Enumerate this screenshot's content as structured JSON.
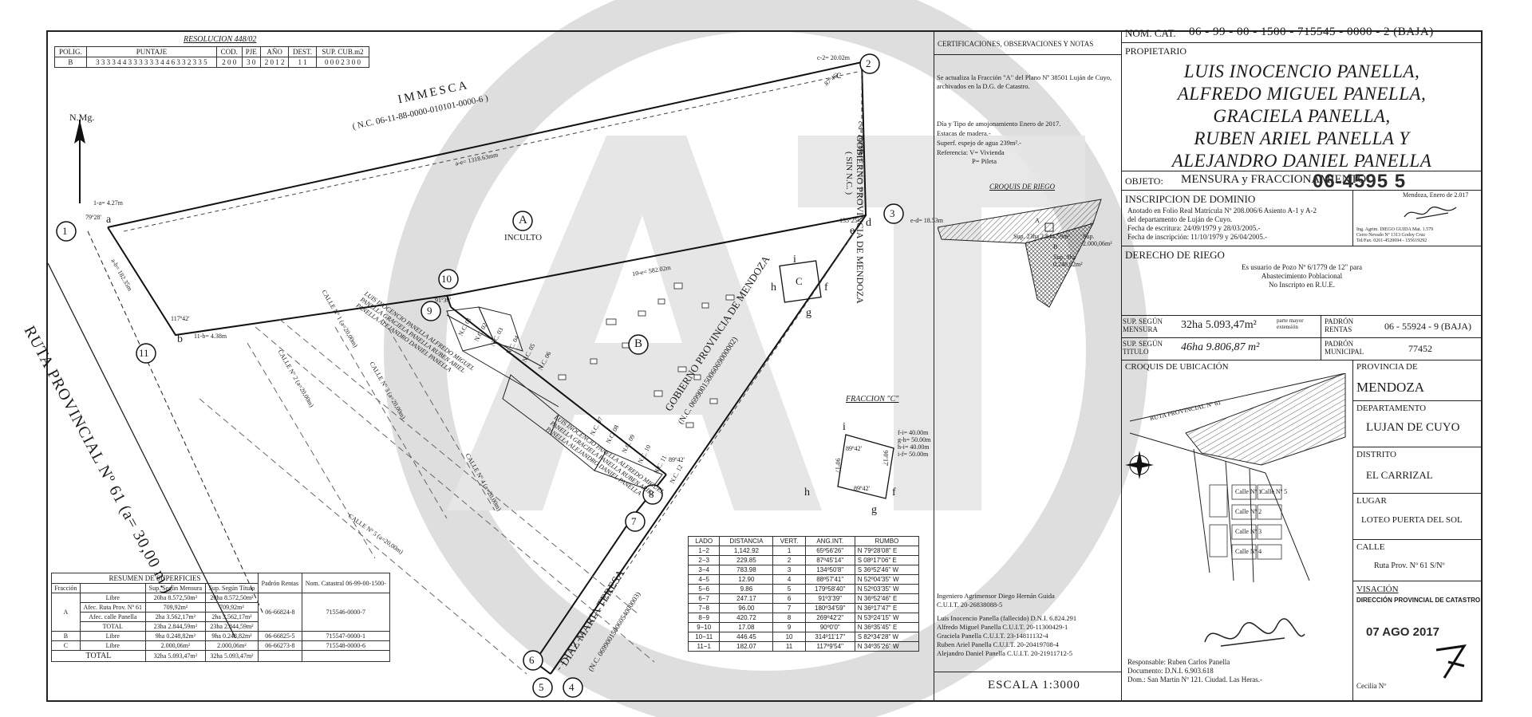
{
  "resolucion": "RESOLUCION 448/02",
  "puntaje_table": {
    "headers": [
      "POLIG.",
      "PUNTAJE",
      "COD.",
      "PJE",
      "AÑO",
      "DEST.",
      "SUP. CUB.m2"
    ],
    "row": [
      "B",
      "3 3 3 3 4 4 3 3 3 3 3 3 4 4 6 3 3 2 3 3 5",
      "2 0 0",
      "3 0",
      "2 0 1 2",
      "1 1",
      "0 0 0 2 3 0 0"
    ]
  },
  "north_label": "N.Mg.",
  "plan": {
    "immesca": "IMMESCA",
    "immesca_nc": "( N.C. 06-11-88-0000-010101-0000-6 )",
    "gobierno_right": "GOBIERNO PROVINCIA DE MENDOZA",
    "gobierno_right_nc": "( SIN N.C. )",
    "gobierno_bottom": "GOBIERNO PROVINCIA DE MENDOZA",
    "gobierno_bottom_nc": "(N.C. 06990015006069000002)",
    "ruta": "RUTA PROVINCIAL Nº 61   (a= 30,00 m.)",
    "diaz": "DIAZ MARIA TERESA",
    "diaz_nc": "(N.C. 06990015006054000003)",
    "owners_block_1": "LUIS INOCENCIO PANELLA ALFREDO MIGUEL PANELLA GRACIELA PANELLA RUBEN ARIEL PANELLA ALEJANDRO DANIEL PANELLA",
    "owners_block_2": "LUIS INOCENCIO PANELLA ALFREDO MIGUEL PANELLA GRACIELA PANELLA RUBEN ARIEL PANELLA ALEJANDRO DANIEL PANELLA",
    "fraction_a": "A",
    "inculto": "INCULTO",
    "fraction_b": "B",
    "fraction_c": "C",
    "fraccion_c_title": "FRACCION \"C\"",
    "calles": [
      "CALLE Nº 1 (a=20,00m)",
      "CALLE Nº 2 (a=20,00m)",
      "CALLE Nº 3 (a=20,00m)",
      "CALLE Nº 4 (a=20,00m)",
      "CALLE Nº 5 (a=20,00m)"
    ],
    "lengths": {
      "a_e": "a-e= 1318.63mm",
      "c_d": "c-d= 200.89m",
      "ten_e": "10-e= 582.02m",
      "one_a": "1-a= 4.27m",
      "eleven_b": "11-b= 4.38m",
      "c_two": "c-2= 20.02m",
      "e_d": "e-d= 18.53m",
      "a_b": "a-b= 182.35m"
    },
    "angles": {
      "a": "79º28'",
      "c": "87º45'",
      "d": "135º25'",
      "b": "117º42'",
      "ten": "91º39'",
      "seven": "89º42'"
    },
    "vertices": [
      "1",
      "2",
      "3",
      "4",
      "5",
      "6",
      "7",
      "8",
      "9",
      "10",
      "11"
    ],
    "letters": [
      "a",
      "b",
      "c",
      "d",
      "e",
      "f",
      "g",
      "h",
      "i"
    ],
    "fraccion_c": {
      "fi": "f-i= 40.00m",
      "gh": "g-h= 50.00m",
      "hi": "h-i= 40.00m",
      "if": "i-f= 50.00m",
      "ang_i": "89º42'",
      "ang_g": "89º42'",
      "ang_h": "90º17'",
      "ang_f": "90º17'"
    },
    "nc_labels": [
      "N.C. 01",
      "N.C. 02",
      "N.C. 03",
      "N.C. 04",
      "N.C. 05",
      "N.C. 06",
      "N.C. 07",
      "N.C. 08",
      "N.C. 09",
      "N.C. 10",
      "N.C. 11",
      "N.C. 12"
    ]
  },
  "resumen": {
    "title": "RESUMEN DE SUPERFICIES",
    "headers": [
      "Fracción",
      "",
      "Sup. Según Mensura",
      "Sup. Según Título",
      "Padrón Rentas",
      "Nom. Catastral 06-99-00-1500-"
    ],
    "rows": [
      [
        "A",
        "Libre",
        "20ha 8.572,50m²",
        "20ha 8.572,50m²",
        "06-66824-8",
        "715546-0000-7"
      ],
      [
        "",
        "Afec. Ruta Prov. Nº 61",
        "709,92m²",
        "709,92m²",
        "",
        ""
      ],
      [
        "",
        "Afec. calle Panella",
        "2ha 3.562,17m²",
        "2ha 3.562,17m²",
        "",
        ""
      ],
      [
        "",
        "TOTAL",
        "23ha 2.844,59m²",
        "23ha 2.844,59m²",
        "",
        ""
      ],
      [
        "B",
        "Libre",
        "9ha 0.248,82m²",
        "9ha 0.248,82m²",
        "06-66825-5",
        "715547-0000-1"
      ],
      [
        "C",
        "Libre",
        "2.000,06m²",
        "2.000,06m²",
        "06-66273-8",
        "715548-0000-6"
      ]
    ],
    "total_label": "TOTAL",
    "total_mensura": "32ha 5.093,47m²",
    "total_titulo": "32ha 5.093,47m²"
  },
  "lados": {
    "headers": [
      "LADO",
      "DISTANCIA",
      "VERT.",
      "ANG.INT.",
      "RUMBO"
    ],
    "rows": [
      [
        "1−2",
        "1,142.92",
        "1",
        "65º56'26\"",
        "N  79º28'08\"  E"
      ],
      [
        "2−3",
        "229.85",
        "2",
        "87º45'14\"",
        "S  08º17'06\"  E"
      ],
      [
        "3−4",
        "783.98",
        "3",
        "134º50'8\"",
        "S  36º52'46\"  W"
      ],
      [
        "4−5",
        "12.90",
        "4",
        "88º57'41\"",
        "N  52º04'35\"  W"
      ],
      [
        "5−6",
        "9.86",
        "5",
        "179º58'40\"",
        "N  52º03'35\"  W"
      ],
      [
        "6−7",
        "247.17",
        "6",
        "91º3'39\"",
        "N  36º52'46\"  E"
      ],
      [
        "7−8",
        "96.00",
        "7",
        "180º34'59\"",
        "N  36º17'47\"  E"
      ],
      [
        "8−9",
        "420.72",
        "8",
        "269º42'2\"",
        "N  53º24'15\"  W"
      ],
      [
        "9−10",
        "17.08",
        "9",
        "90º0'0\"",
        "N  36º35'45\"  E"
      ],
      [
        "10−11",
        "446.45",
        "10",
        "314º11'17\"",
        "S  82º34'28\"  W"
      ],
      [
        "11−1",
        "182.07",
        "11",
        "117º9'54\"",
        "N  34º35'26\"  W"
      ]
    ]
  },
  "certs": {
    "title": "CERTIFICACIONES, OBSERVACIONES Y NOTAS",
    "note1": "Se actualiza la Fracción \"A\" del Plano Nº 38501 Luján de Cuyo, archivados en la D.G. de Catastro.",
    "note2": "Día y Tipo de amojonamiento Enero de 2017.",
    "note3": "Estacas de madera.-",
    "note4": "Superf. espejo de agua 239m².-",
    "note5": "Referencia: V= Vivienda",
    "note6": "P= Pileta",
    "croquis_riego": "CROQUIS DE RIEGO",
    "riego_a": "A",
    "riego_a_sup": "Sup. 23ha 2.844,59m²",
    "riego_b": "B",
    "riego_b_sup": "Sup. 9ha 0.248,82m²",
    "riego_c_sup": "Sup. 2.000,06m²",
    "ingeniero": "Ingeniero Agrimensor Diego Hernán Guida",
    "ingeniero_cuit": "C.U.I.T.  20-26838088-5",
    "p1": "Luis Inocencio Panella (fallecido)  D.N.I.  6.824.291",
    "p2": "Alfredo Miguel Panella       C.U.I.T.  20-11300429-1",
    "p3": "Graciela Panella               C.U.I.T.  23-14811132-4",
    "p4": "Ruben Ariel Panella           C.U.I.T.  20-20419708-4",
    "p5": "Alejandro Daniel Panella    C.U.I.T.  20-21911712-5",
    "escala": "ESCALA 1:3000"
  },
  "right_panel": {
    "nom_cat_label": "NOM. CAT.",
    "nom_cat_value": "06 - 99 - 00 - 1500 - 715545 - 0000 - 2 (BAJA)",
    "propietario_label": "PROPIETARIO",
    "owners": [
      "LUIS INOCENCIO PANELLA,",
      "ALFREDO MIGUEL PANELLA,",
      "GRACIELA PANELLA,",
      "RUBEN ARIEL PANELLA Y",
      "ALEJANDRO DANIEL PANELLA"
    ],
    "objeto_label": "OBJETO:",
    "objeto_value": "MENSURA y FRACCIONAMIENTO",
    "stamp_number": "06-4595 5",
    "inscripcion_title": "INSCRIPCION DE DOMINIO",
    "inscripcion_1": "Anotado en Folio Real Matrícula Nº 208.006/6 Asiento A-1 y A-2",
    "inscripcion_2": "del departamento de Luján de Cuyo.",
    "inscripcion_3": "Fecha de escritura:  24/09/1979 y 28/03/2005.-",
    "inscripcion_4": "Fecha de inscripción:  11/10/1979 y 26/04/2005.-",
    "mendoza_fecha": "Mendoza, Enero de 2.017",
    "agrimensor_1": "Ing. Agrim. DIEGO GUIDA  Mat. 1.579",
    "agrimensor_2": "Cerro Nevado Nº 1313 Godoy Cruz",
    "agrimensor_3": "Tel/Fax. 0261-4520694 - 155619292",
    "derecho_title": "DERECHO DE RIEGO",
    "derecho_1": "Es usuario de Pozo Nº 6/1779 de 12\" para",
    "derecho_2": "Abastecimiento Poblacional",
    "derecho_3": "No Inscripto en R.U.E.",
    "sup_mensura_label": "SUP. SEGÚN MENSURA",
    "sup_mensura_value": "32ha 5.093,47m²",
    "sup_mensura_note": "parte mayor extensión",
    "sup_titulo_label": "SUP. SEGÚN TITULO",
    "sup_titulo_value": "46ha 9.806,87 m²",
    "padron_rentas_label": "PADRÓN RENTAS",
    "padron_rentas_value": "06 - 55924 - 9 (BAJA)",
    "padron_municipal_label": "PADRÓN MUNICIPAL",
    "padron_municipal_value": "77452",
    "croquis_ubicacion": "CROQUIS DE UBICACIÓN",
    "provincia_label": "PROVINCIA DE",
    "provincia_value": "MENDOZA",
    "departamento_label": "DEPARTAMENTO",
    "departamento_value": "LUJAN DE CUYO",
    "distrito_label": "DISTRITO",
    "distrito_value": "EL CARRIZAL",
    "lugar_label": "LUGAR",
    "lugar_value": "LOTEO PUERTA DEL SOL",
    "calle_label": "CALLE",
    "calle_value": "Ruta Prov. Nº 61 S/Nº",
    "visacion_label": "VISACIÓN",
    "visacion_stamp": "DIRECCIÓN PROVINCIAL DE CATASTRO",
    "visacion_fecha": "07 AGO 2017",
    "cecilis": "Cecilia Nº",
    "responsable": "Responsable: Ruben Carlos Panella",
    "documento": "Documento: D.N.I. 6.903.618",
    "domicilio": "Dom.: San Martin Nº 121. Ciudad. Las Heras.-",
    "ubicacion_streets": [
      "RUTA PROVINCIAL Nº 61",
      "Calle Nº 1",
      "Calle Nº 2",
      "Calle Nº 3",
      "Calle Nº 4",
      "Calle Nº 5"
    ]
  },
  "colors": {
    "ink": "#1a1a1a",
    "watermark": "#d9d9d9",
    "paper": "#ffffff"
  }
}
